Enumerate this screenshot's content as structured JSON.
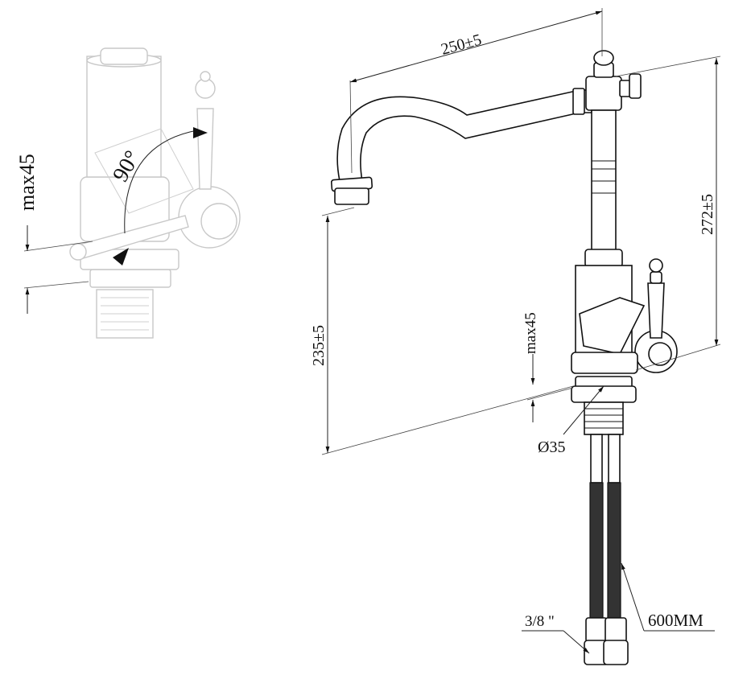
{
  "diagram": {
    "detail_view": {
      "angle_label": "90°",
      "thickness_label": "max45"
    },
    "main_view": {
      "spout_reach_label": "250±5",
      "total_height_label": "272±5",
      "spout_height_label": "235±5",
      "mount_thickness_label": "max45",
      "hole_diameter_label": "Ø35",
      "connector_label": "3/8 \"",
      "hose_length_label": "600MM"
    }
  }
}
